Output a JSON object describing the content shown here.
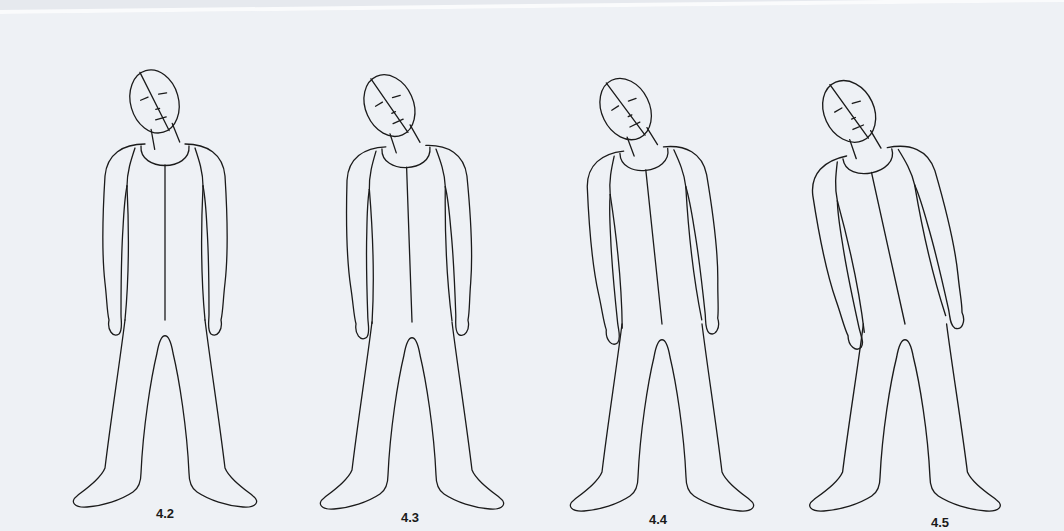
{
  "diagram": {
    "labels": [
      "4.2",
      "4.3",
      "4.4",
      "4.5"
    ]
  }
}
